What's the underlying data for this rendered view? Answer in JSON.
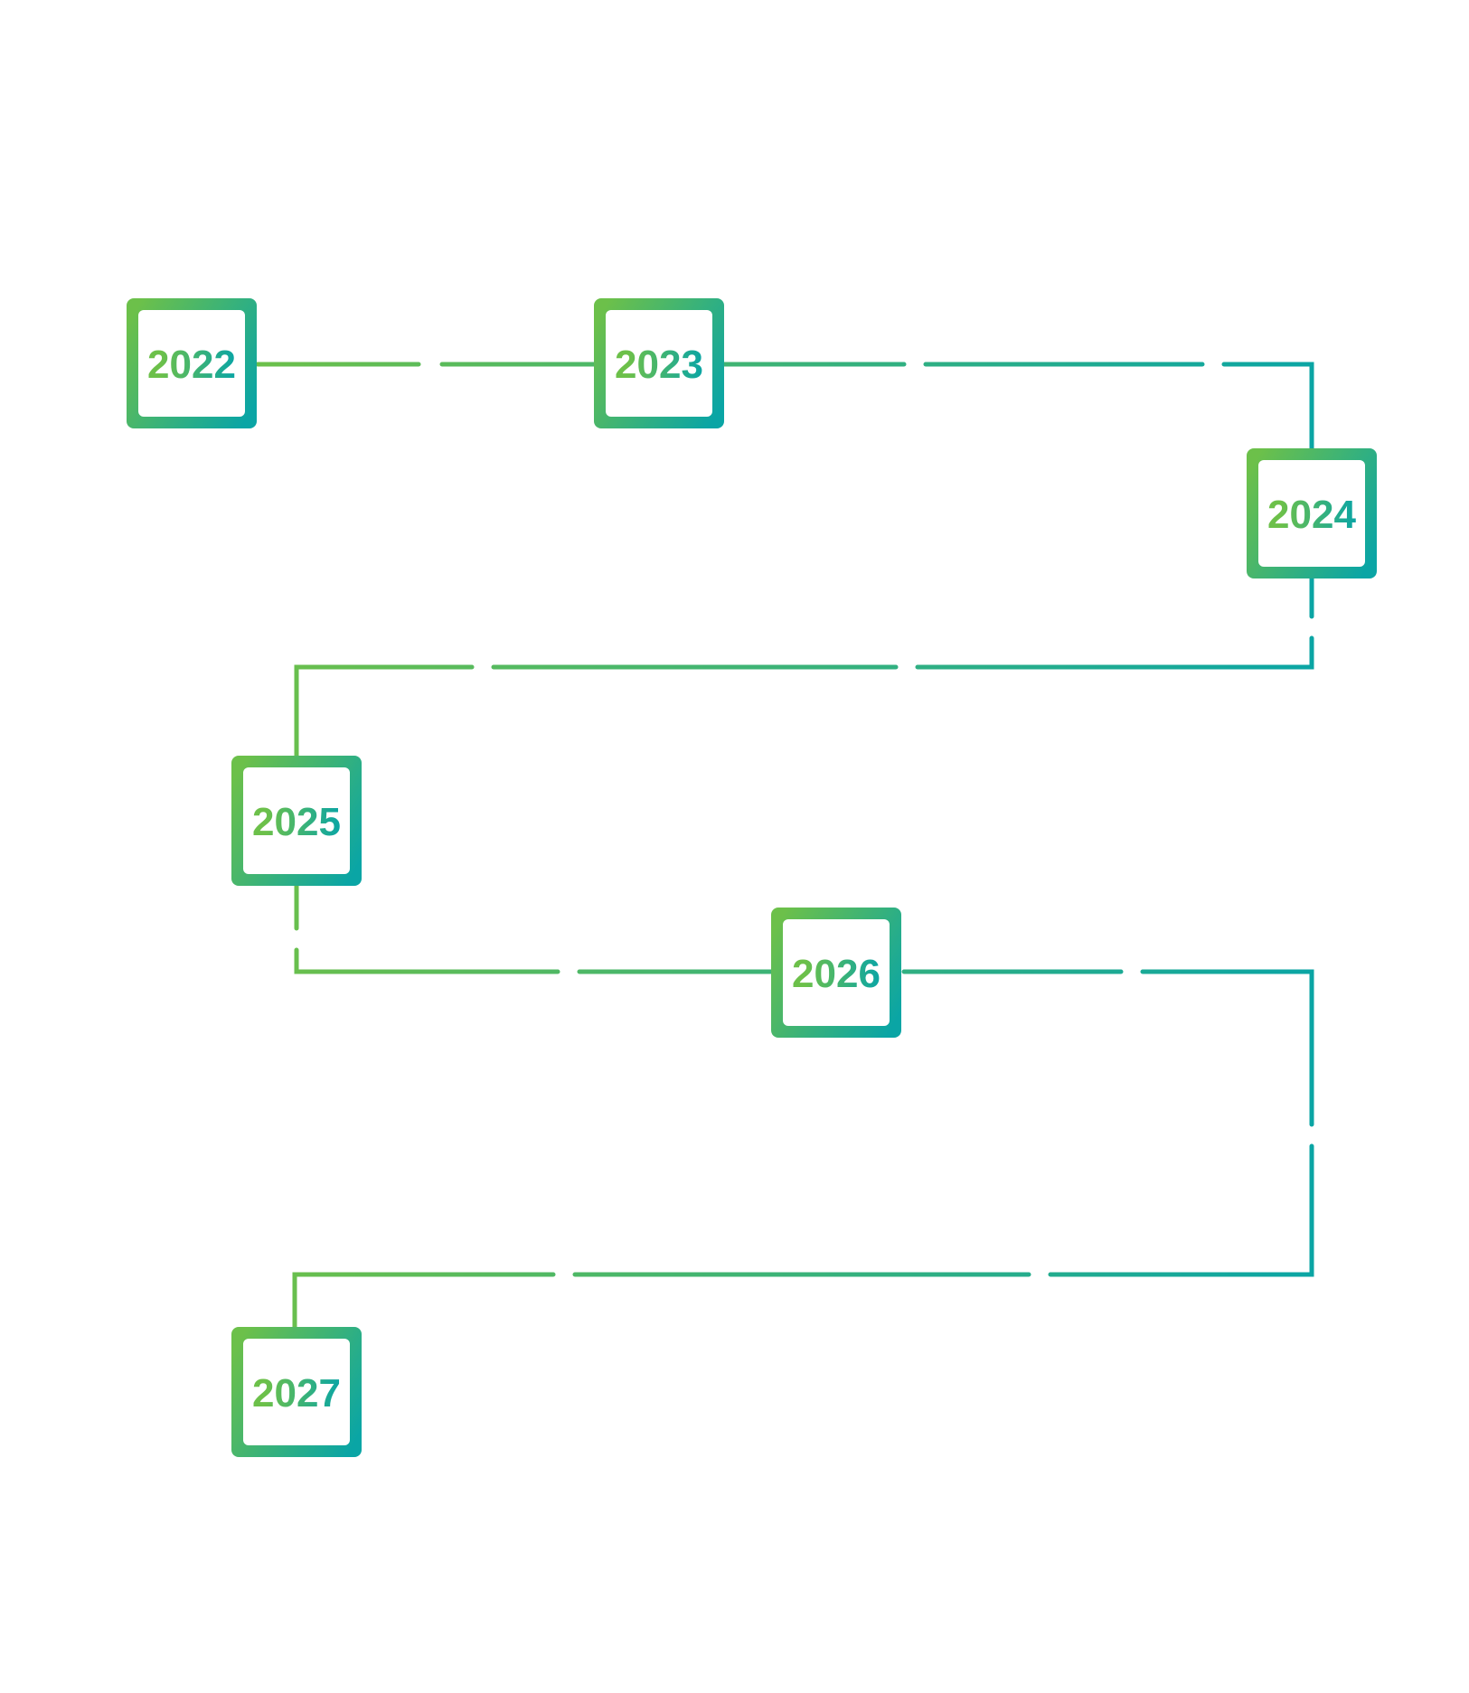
{
  "colors": {
    "start": "#6cc04a",
    "end": "#0aa5a5",
    "inner_fill": "#ffffff",
    "background": "#ffffff"
  },
  "milestones": [
    {
      "year": "2022"
    },
    {
      "year": "2023"
    },
    {
      "year": "2024"
    },
    {
      "year": "2025"
    },
    {
      "year": "2026"
    },
    {
      "year": "2027"
    }
  ]
}
